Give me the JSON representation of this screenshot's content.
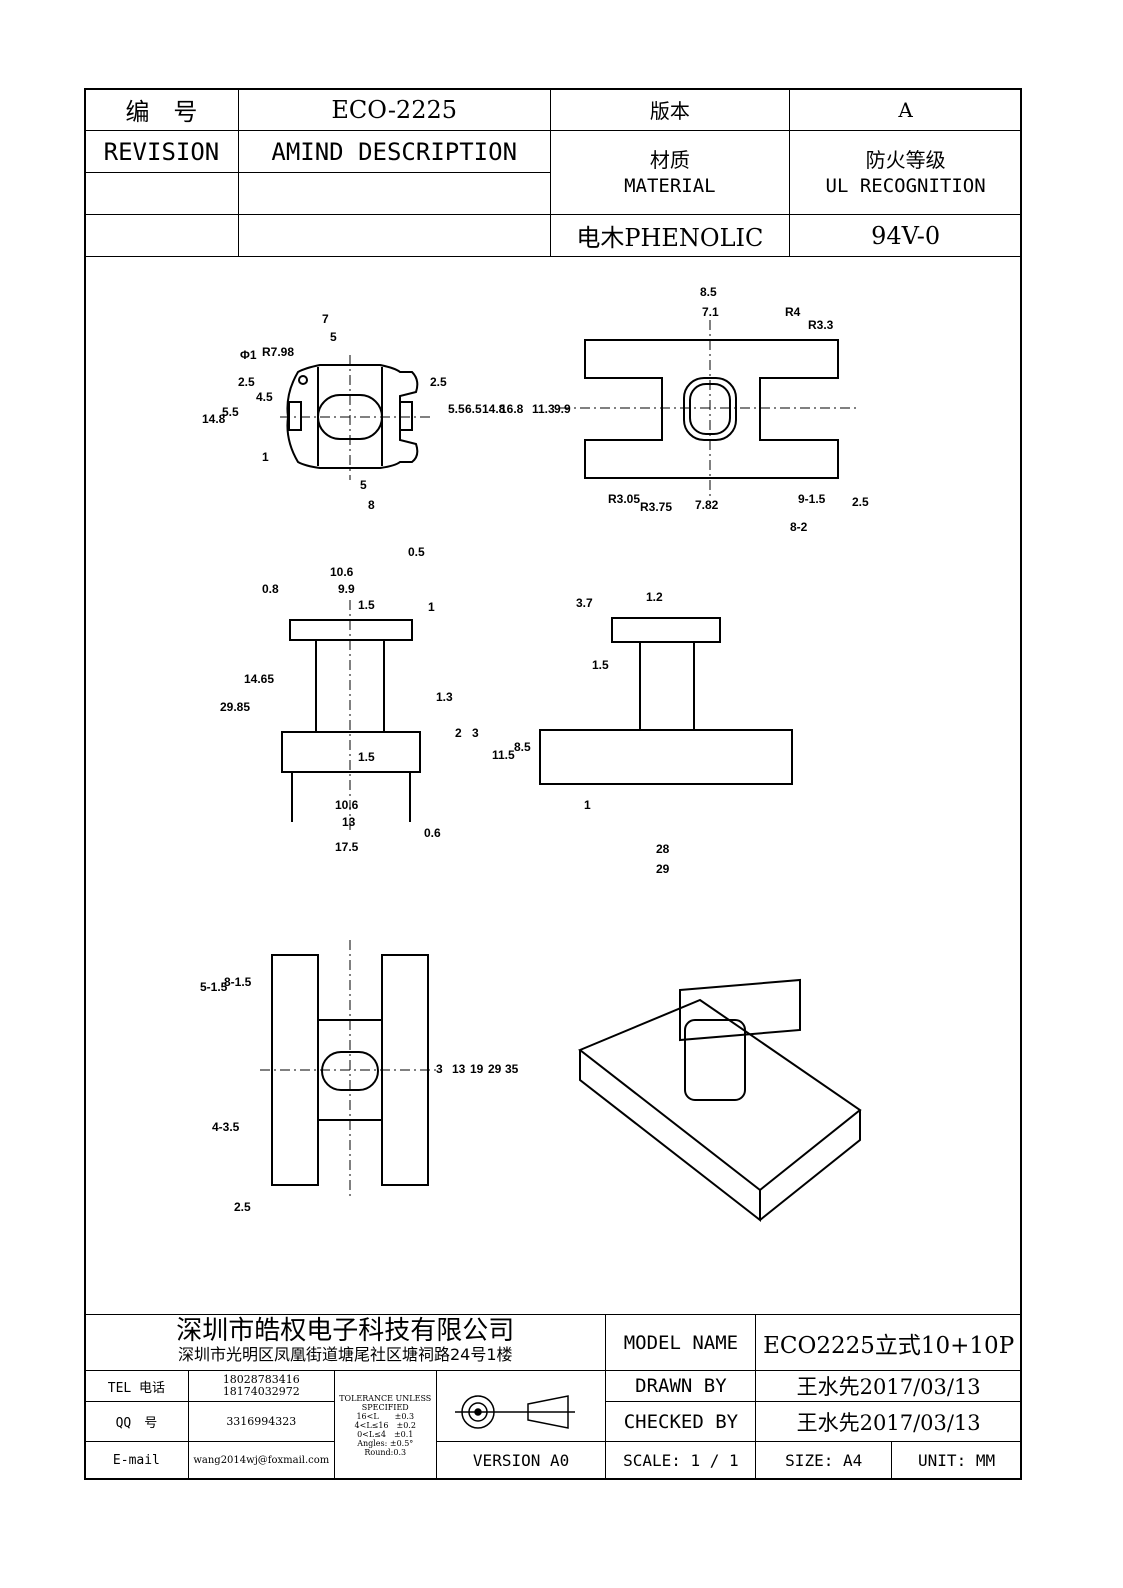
{
  "header": {
    "number_label": "编　号",
    "number_value": "ECO-2225",
    "version_label": "版本",
    "version_value": "A",
    "revision_label": "REVISION",
    "amind_label": "AMIND DESCRIPTION",
    "material_label_cn": "材质",
    "material_label_en": "MATERIAL",
    "ul_label_cn": "防火等级",
    "ul_label_en": "UL RECOGNITION",
    "material_value": "电木PHENOLIC",
    "ul_value": "94V-0"
  },
  "dims": {
    "top_left": [
      "7",
      "5",
      "R7.98",
      "Φ1",
      "2.5",
      "4.5",
      "5.5",
      "14.8",
      "2.5",
      "5.5",
      "6.5",
      "14.8",
      "16.8",
      "1",
      "5",
      "8"
    ],
    "top_right": [
      "8.5",
      "7.1",
      "R4",
      "R3.3",
      "11.3",
      "9.9",
      "R3.05",
      "R3.75",
      "7.82",
      "9-1.5",
      "2.5",
      "8-2"
    ],
    "mid_left": [
      "10.6",
      "9.9",
      "0.5",
      "0.8",
      "1.5",
      "1",
      "29.85",
      "14.65",
      "1.3",
      "2",
      "3",
      "1.5",
      "10.6",
      "13",
      "0.6",
      "17.5"
    ],
    "mid_right": [
      "3.7",
      "1.2",
      "1.5",
      "11.5",
      "8.5",
      "1",
      "28",
      "29"
    ],
    "bottom_left": [
      "5-1.5",
      "8-1.5",
      "4-3.5",
      "3",
      "13",
      "19",
      "29",
      "35",
      "2.5"
    ]
  },
  "footer": {
    "company": "深圳市皓权电子科技有限公司",
    "address": "深圳市光明区凤凰街道塘尾社区塘祠路24号1楼",
    "tel_label": "TEL 电话",
    "tel_value_1": "18028783416",
    "tel_value_2": "18174032972",
    "qq_label": "QQ　号",
    "qq_value": "3316994323",
    "email_label": "E-mail",
    "email_value": "wang2014wj@foxmail.com",
    "tol_title": "TOLERANCE UNLESS SPECIFIED",
    "tol_1": "16<L　　±0.3",
    "tol_2": "4<L≤16　±0.2",
    "tol_3": "0<L≤4　±0.1",
    "tol_4": "Angles: ±0.5°",
    "tol_5": "Round:0.3",
    "version": "VERSION A0",
    "model_label": "MODEL NAME",
    "model_value": "ECO2225立式10+10P",
    "drawn_label": "DRAWN BY",
    "drawn_value": "王水先2017/03/13",
    "checked_label": "CHECKED BY",
    "checked_value": "王水先2017/03/13",
    "scale_label": "SCALE: 1 / 1",
    "size_label": "SIZE: A4",
    "unit_label": "UNIT: MM"
  }
}
